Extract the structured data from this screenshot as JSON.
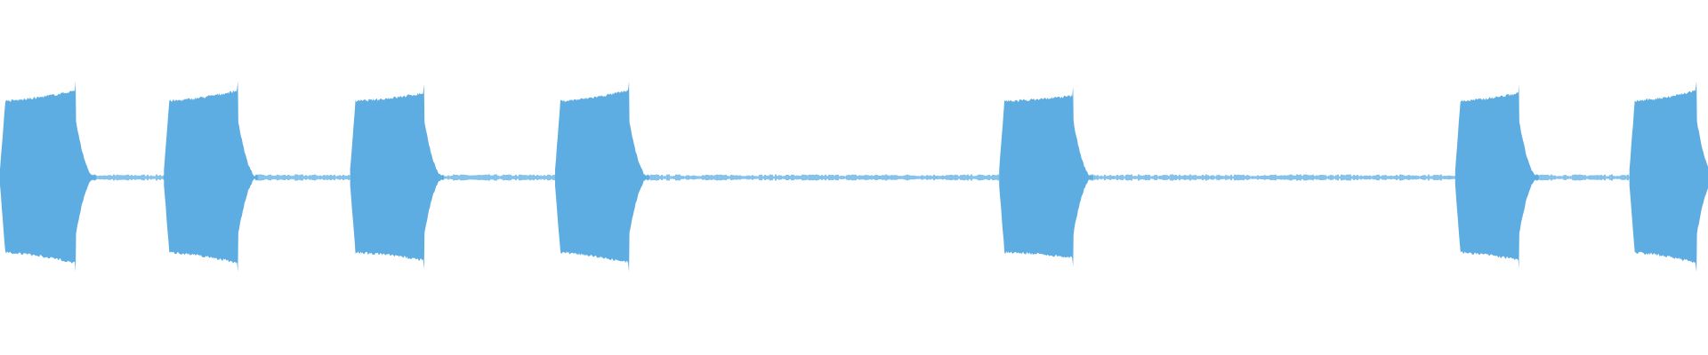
{
  "waveform": {
    "color": "#5dade2",
    "background": "#ffffff",
    "segments": [
      {
        "type": "burst",
        "start": 0.0,
        "end": 0.044,
        "level_start": 0.86,
        "level_end": 0.98
      },
      {
        "type": "burst",
        "start": 0.096,
        "end": 0.139,
        "level_start": 0.86,
        "level_end": 0.98
      },
      {
        "type": "burst",
        "start": 0.205,
        "end": 0.248,
        "level_start": 0.86,
        "level_end": 0.95
      },
      {
        "type": "burst",
        "start": 0.325,
        "end": 0.368,
        "level_start": 0.86,
        "level_end": 0.98
      },
      {
        "type": "burst",
        "start": 0.585,
        "end": 0.628,
        "level_start": 0.86,
        "level_end": 0.92
      },
      {
        "type": "burst",
        "start": 0.852,
        "end": 0.889,
        "level_start": 0.86,
        "level_end": 0.95
      },
      {
        "type": "burst",
        "start": 0.954,
        "end": 0.993,
        "level_start": 0.86,
        "level_end": 0.98
      }
    ],
    "silence_level": 0.02,
    "decay_length": 0.012
  }
}
